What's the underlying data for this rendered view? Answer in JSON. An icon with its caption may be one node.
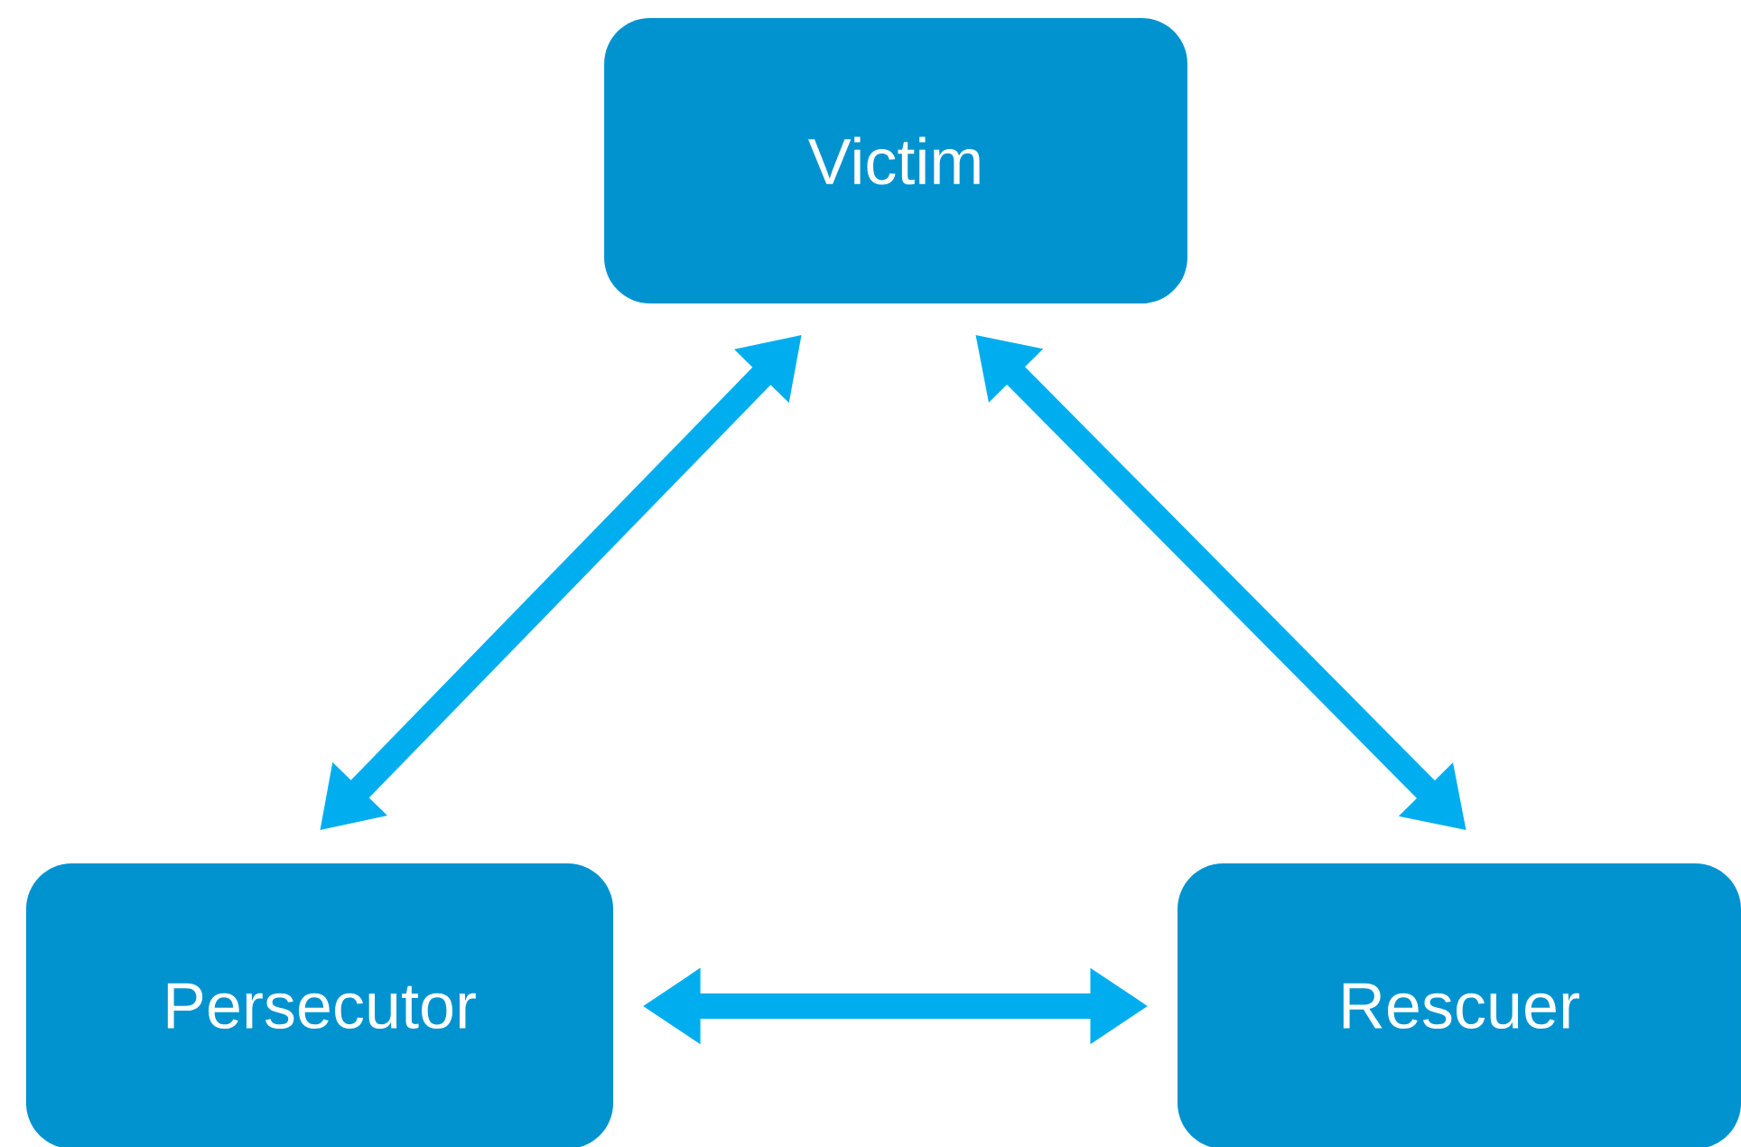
{
  "diagram": {
    "nodes": [
      {
        "text": [
          "Victim"
        ]
      },
      {
        "text": [
          "Persecutor"
        ]
      },
      {
        "text": [
          "Rescuer"
        ]
      }
    ],
    "edges": [
      {
        "from": 0,
        "to": 1,
        "arrow": "both"
      },
      {
        "from": 0,
        "to": 2,
        "arrow": "both"
      },
      {
        "from": 1,
        "to": 2,
        "arrow": "both"
      }
    ]
  }
}
